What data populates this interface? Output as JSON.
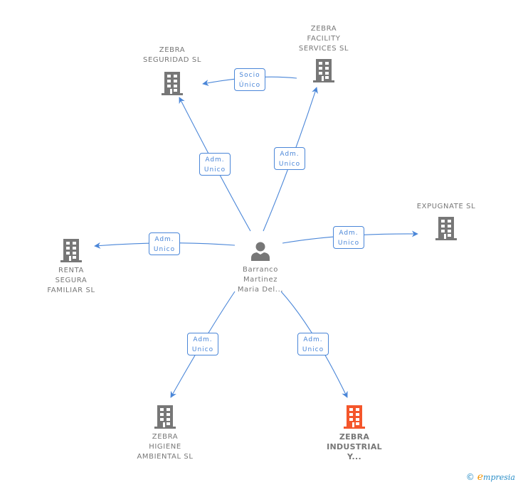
{
  "colors": {
    "edge": "#4a86d8",
    "building": "#777777",
    "building_highlight": "#f4562b",
    "person": "#777777",
    "text": "#777777"
  },
  "center": {
    "label": "Barranco\nMartinez\nMaria Del...",
    "icon": "person-icon"
  },
  "companies": [
    {
      "id": "seguridad",
      "label": "ZEBRA\nSEGURIDAD  SL",
      "icon": "building-icon",
      "highlight": false
    },
    {
      "id": "facility",
      "label": "ZEBRA\nFACILITY\nSERVICES SL",
      "icon": "building-icon",
      "highlight": false
    },
    {
      "id": "expugnate",
      "label": "EXPUGNATE SL",
      "icon": "building-icon",
      "highlight": false
    },
    {
      "id": "renta",
      "label": "RENTA\nSEGURA\nFAMILIAR SL",
      "icon": "building-icon",
      "highlight": false
    },
    {
      "id": "higiene",
      "label": "ZEBRA\nHIGIENE\nAMBIENTAL  SL",
      "icon": "building-icon",
      "highlight": false
    },
    {
      "id": "industrial",
      "label": "ZEBRA\nINDUSTRIAL\nY...",
      "icon": "building-icon",
      "highlight": true
    }
  ],
  "edges": [
    {
      "from": "center",
      "to": "seguridad",
      "label": "Adm.\nUnico"
    },
    {
      "from": "center",
      "to": "facility",
      "label": "Adm.\nUnico"
    },
    {
      "from": "facility",
      "to": "seguridad",
      "label": "Socio\nÚnico"
    },
    {
      "from": "center",
      "to": "renta",
      "label": "Adm.\nUnico"
    },
    {
      "from": "center",
      "to": "expugnate",
      "label": "Adm.\nUnico"
    },
    {
      "from": "center",
      "to": "higiene",
      "label": "Adm.\nUnico"
    },
    {
      "from": "center",
      "to": "industrial",
      "label": "Adm.\nUnico"
    }
  ],
  "watermark": {
    "copyright": "©",
    "brand_initial": "e",
    "brand_rest": "mpresia"
  }
}
